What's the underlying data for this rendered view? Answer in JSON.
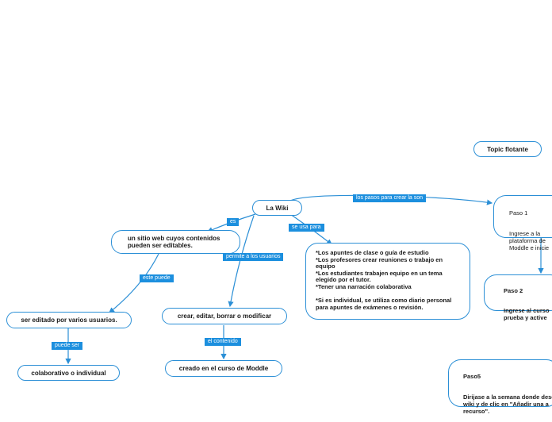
{
  "nodes": {
    "floating": "Topic flotante",
    "wiki": "La Wiki",
    "sitio": "un sitio web cuyos contenidos\npueden ser editables.",
    "editado": "ser editado por varios usuarios.",
    "colaborativo": "colaborativo o individual",
    "crear": "crear, editar, borrar o modificar",
    "creado": "creado en el curso de Moddle",
    "usos": "*Los apuntes de clase o guía de estudio\n*Los profesores crear reuniones o trabajo en equipo\n*Los estudiantes trabajen equipo en un tema elegido por el tutor.\n*Tener una narración colaborativa\n\n*Si es individual, se utiliza como diario personal para apuntes de exámenes o revisión.",
    "paso1_title": "Paso 1",
    "paso1_body": "Ingrese a la\nplataforma de\nModdle e inicie",
    "paso2_title": "Paso 2",
    "paso2_body": "Ingrese al curso\nprueba y active",
    "paso5_title": "Paso5",
    "paso5_body": "Dirijase a la semana donde desea\nwiki y de clic en \"Añadir una a\nrecurso\"."
  },
  "edge_labels": {
    "es": "es",
    "permite": "permite a los usuarios",
    "se_usa": "se usa para",
    "pasos": "los pasos para crear  la son",
    "este_puede": "este puede",
    "puede_ser": "puede ser",
    "el_contenido": "el contenido"
  },
  "colors": {
    "accent": "#2b8fd6",
    "label_bg": "#1c8fde",
    "text": "#1a1a1a"
  }
}
